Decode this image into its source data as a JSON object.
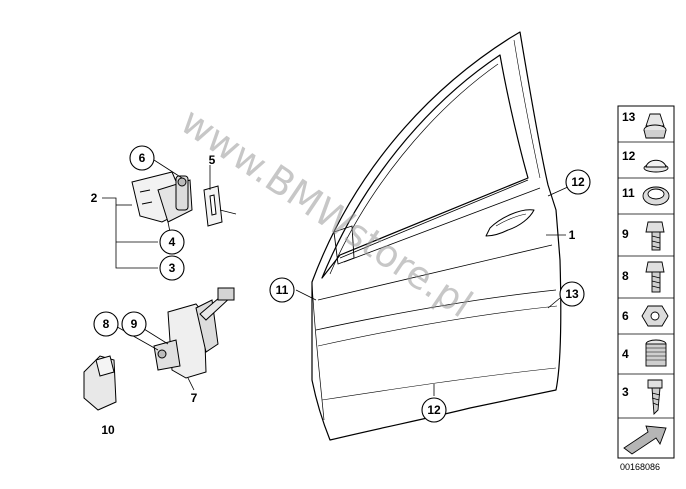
{
  "watermark": "www.BMWstore.pl",
  "catalog_number": "00168086",
  "callouts": {
    "door": "1",
    "hinge": "2",
    "hinge_screw": "3",
    "hinge_nut_a": "4",
    "hinge_shim": "5",
    "hinge_bolt": "6",
    "door_check": "7",
    "check_bolt": "8",
    "check_screw": "9",
    "check_cover": "10",
    "door_seal_grommet": "11",
    "door_plug_top": "12",
    "door_plug_bottom": "12",
    "door_plug_large": "13"
  },
  "legend": [
    {
      "num": "13",
      "icon": "rubber-buffer-icon"
    },
    {
      "num": "12",
      "icon": "cap-plug-icon"
    },
    {
      "num": "11",
      "icon": "grommet-icon"
    },
    {
      "num": "9",
      "icon": "bolt-with-collar-icon"
    },
    {
      "num": "8",
      "icon": "hex-bolt-icon"
    },
    {
      "num": "6",
      "icon": "hex-nut-icon"
    },
    {
      "num": "4",
      "icon": "spring-nut-icon"
    },
    {
      "num": "3",
      "icon": "screw-icon"
    }
  ]
}
